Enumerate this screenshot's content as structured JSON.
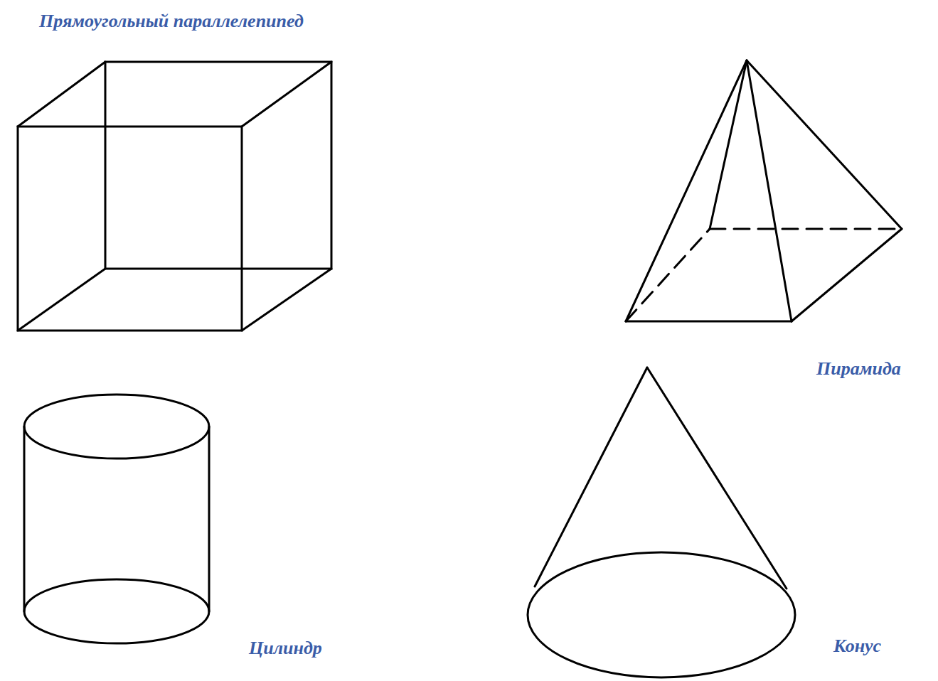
{
  "diagram": {
    "labels": [
      "Прямоугольный параллелепипед",
      "Пирамида",
      "Цилиндр",
      "Конус"
    ]
  }
}
